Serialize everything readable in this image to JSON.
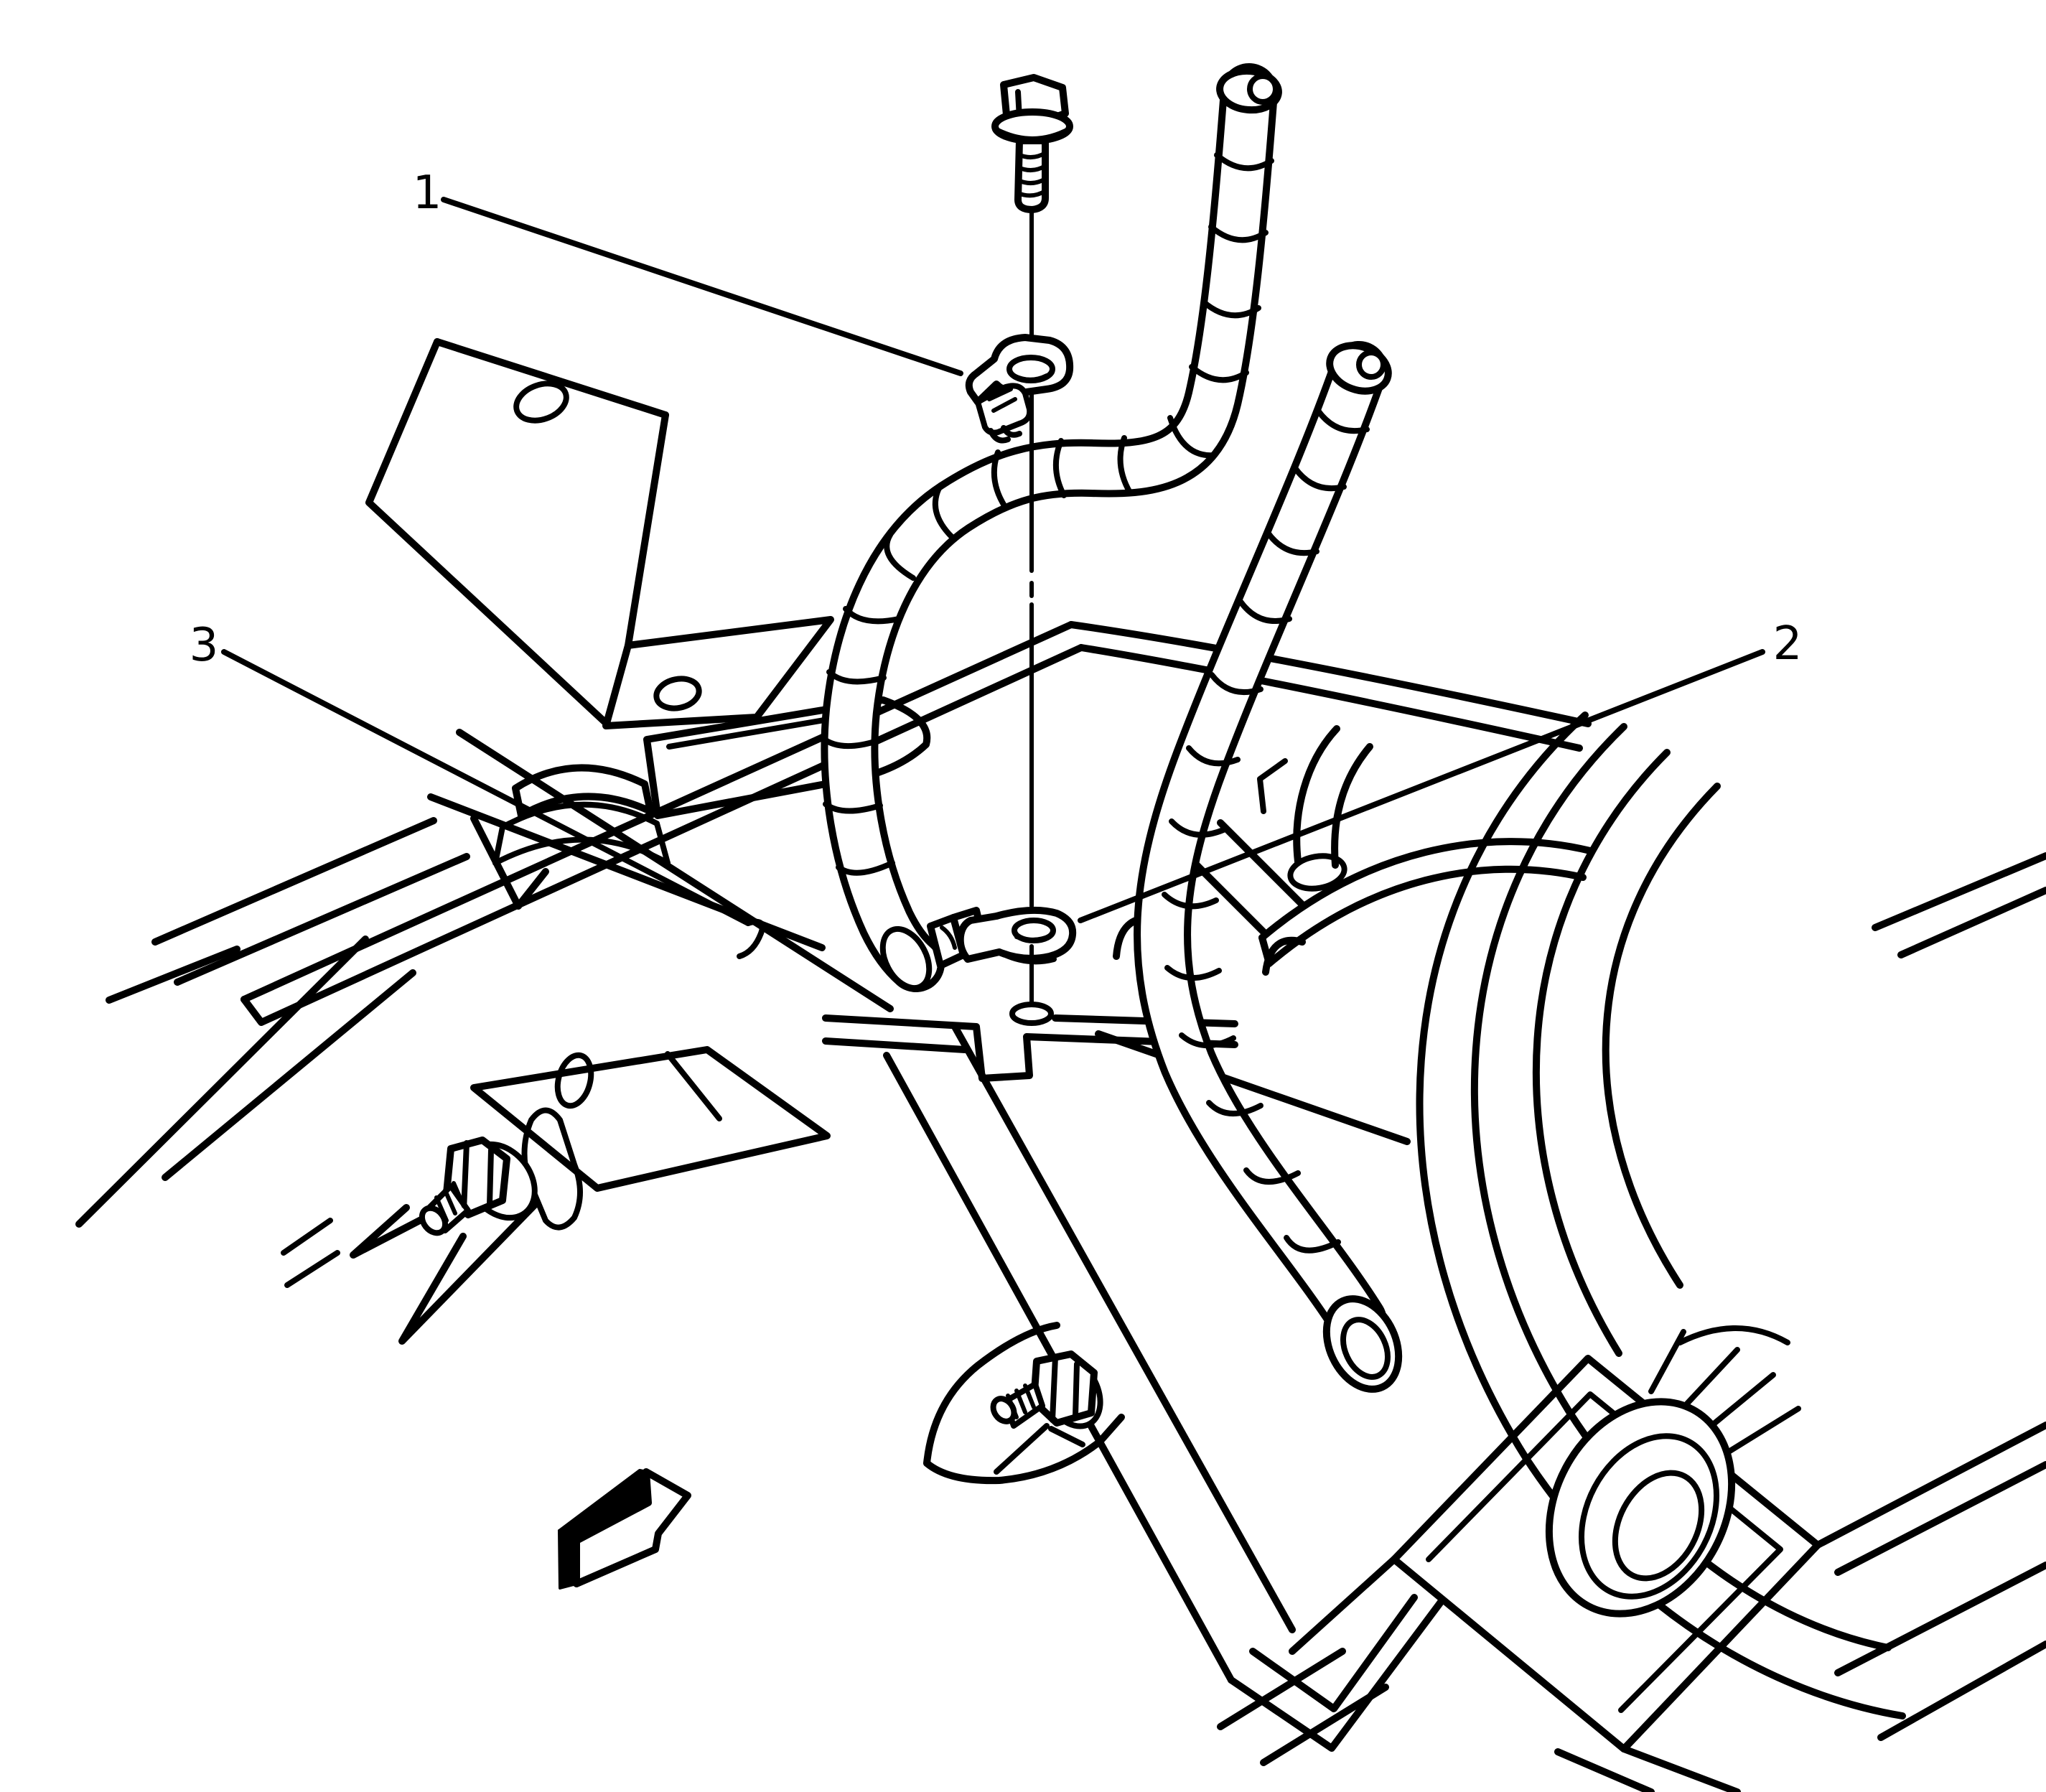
{
  "figure": {
    "title": "",
    "background_color": "#ffffff",
    "line_color": "#000000",
    "callouts": [
      {
        "label": "1"
      },
      {
        "label": "2"
      },
      {
        "label": "3"
      }
    ]
  }
}
